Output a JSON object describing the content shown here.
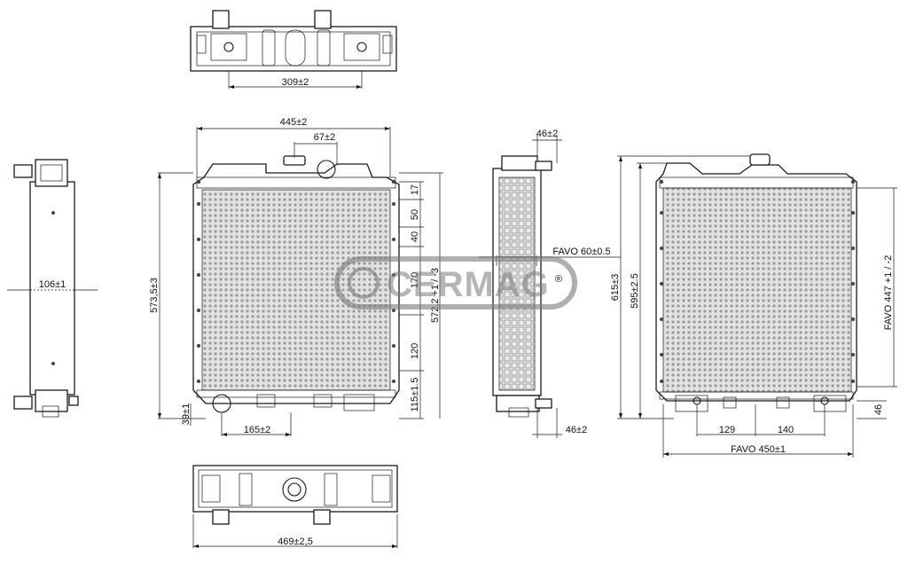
{
  "logo": {
    "text": "CERMAG",
    "registered": "®"
  },
  "dimensions": {
    "top_view_width": "309±2",
    "front_width": "445±2",
    "cap_offset": "67±2",
    "side_depth": "106±1",
    "front_height": "573,5±3",
    "rows": [
      "17",
      "50",
      "40",
      "170",
      "120",
      "115±1.5"
    ],
    "core_height": "572,2 +1 / -3",
    "bottom_left_offset": "39±1",
    "bottom_outlet": "165±2",
    "bottom_width": "469±2,5",
    "side_top_depth": "46±2",
    "side_bottom_depth": "46±2",
    "core_depth": "FAVO 60±0.5",
    "rear_total_height": "615±3",
    "rear_height": "595±2.5",
    "core_height_rear": "FAVO 447 +1 / -2",
    "rear_offset_small": "46",
    "rear_spacing_a": "129",
    "rear_spacing_b": "140",
    "core_width": "FAVO 450±1"
  },
  "colors": {
    "line": "#1a1a1a",
    "core": "#d9d9d9",
    "logo": "#7a7a7a"
  }
}
